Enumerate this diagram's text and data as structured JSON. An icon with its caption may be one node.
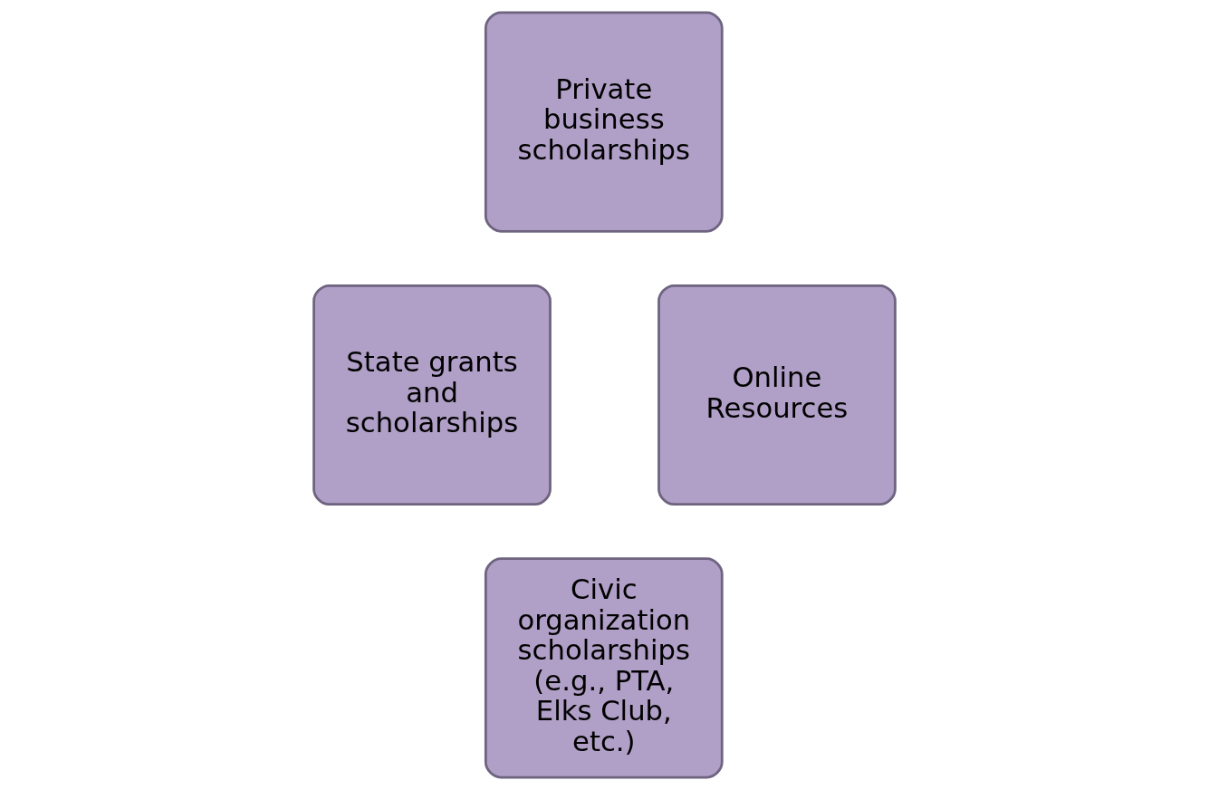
{
  "diagram": {
    "nodes": [
      {
        "text": [
          "Private business scholarships"
        ]
      },
      {
        "text": [
          "State grants and scholarships"
        ]
      },
      {
        "text": [
          "Online Resources"
        ]
      },
      {
        "text": [
          "Civic organization scholarships (e.g., PTA, Elks Club, etc.)"
        ]
      }
    ],
    "edges": []
  }
}
